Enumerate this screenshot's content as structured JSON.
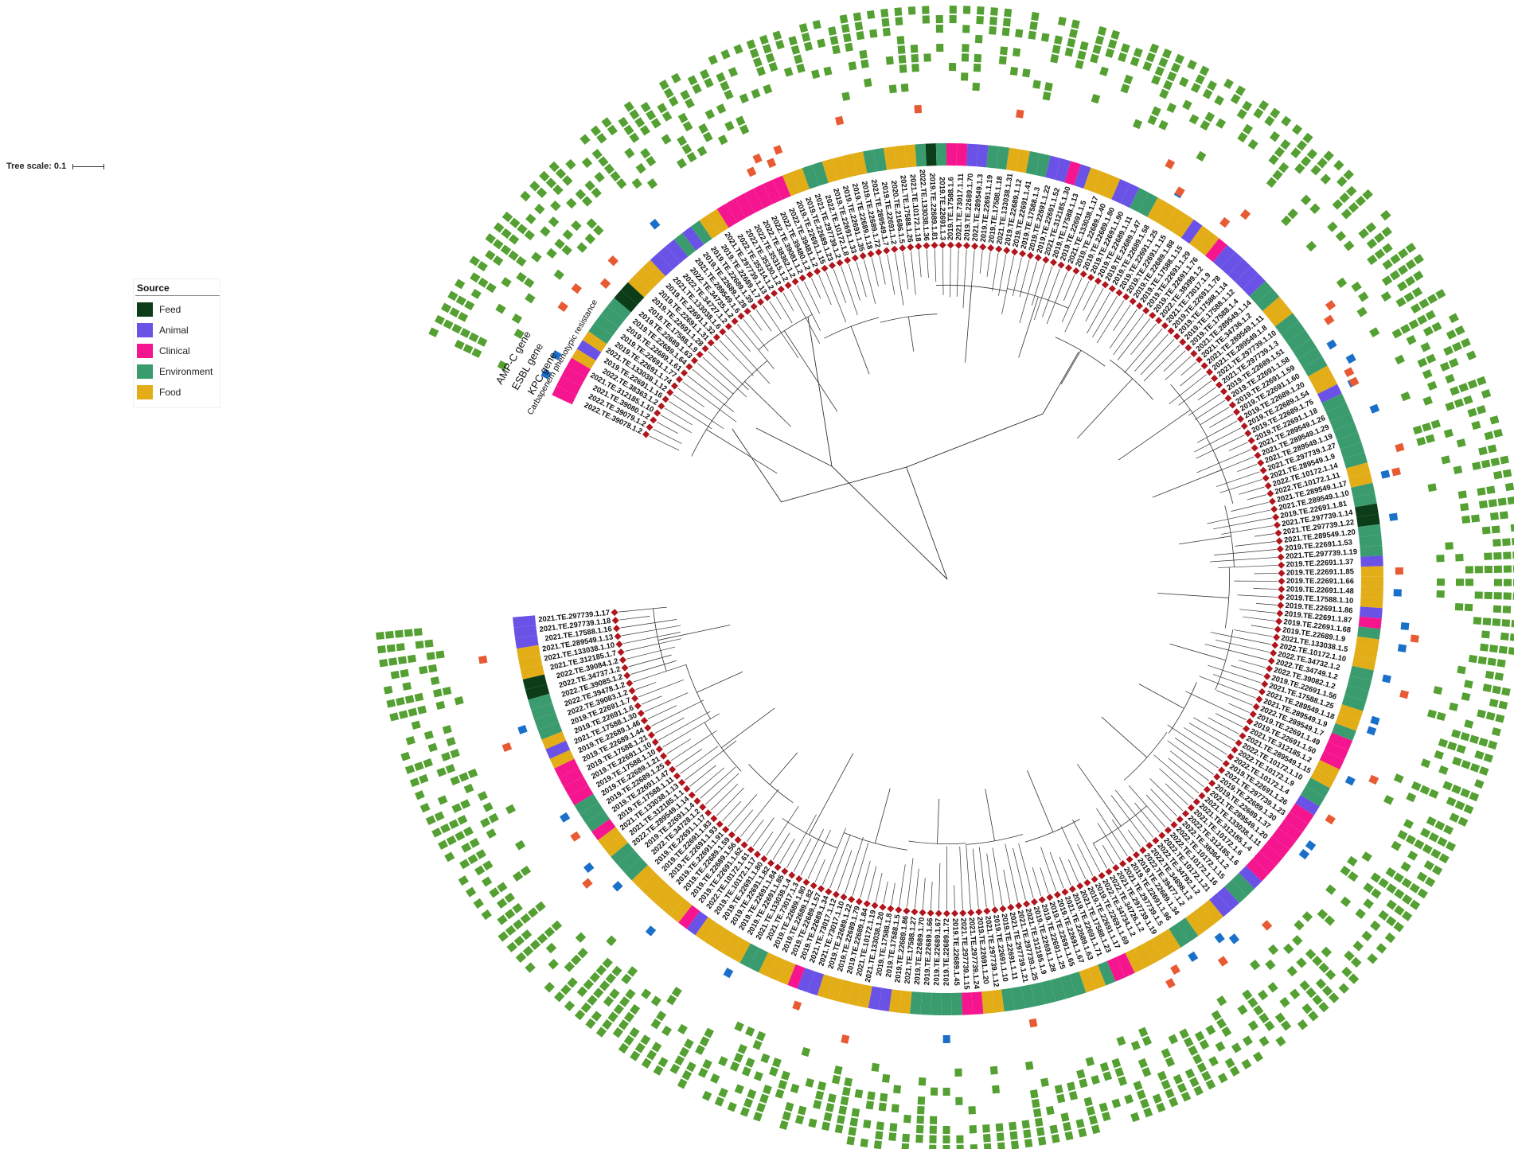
{
  "scale": {
    "label": "Tree scale: 0.1"
  },
  "legend": {
    "title": "Source",
    "items": [
      {
        "label": "Feed",
        "color": "#0d3d18"
      },
      {
        "label": "Animal",
        "color": "#6a52e6"
      },
      {
        "label": "Clinical",
        "color": "#f5158f"
      },
      {
        "label": "Environment",
        "color": "#3a9b6e"
      },
      {
        "label": "Food",
        "color": "#e2ad17"
      }
    ]
  },
  "rings": {
    "amp_c": "AMP-C gene",
    "esbl": "ESBL gene",
    "kpc": "KPC gene",
    "carbapenem": "Carbapenem phenotypic resistance"
  },
  "colors": {
    "branch": "#333333",
    "node": "#b0161e",
    "amp_c": "#e85a33",
    "esbl_kpc": "#1a6fc9",
    "resistance": "#55a032"
  },
  "tips": [
    "2022.TE.39078.1.2",
    "2022.TE.39079.1.2",
    "2021.TE.39080.1.2",
    "2021.TE.312185.1.10",
    "2022.TE.38363.1.2",
    "2019.TE.22691.1.16",
    "2021.TE.133038.1.12",
    "2019.TE.22691.1.74",
    "2019.TE.22691.1.77",
    "2019.TE.22689.1.61",
    "2019.TE.22689.1.64",
    "2019.TE.22689.1.63",
    "2019.TE.17588.1.9",
    "2019.TE.22691.1.28",
    "2019.TE.22691.1.31",
    "2019.TE.22691.1.32",
    "2021.TE.133038.1.6",
    "2022.TE.34727.1.2",
    "2022.TE.34735.1.2",
    "2021.TE.289549.1.6",
    "2019.TE.22689.1.28",
    "2019.TE.22689.1.39",
    "2019.TE.22689.1.7",
    "2021.TE.297739.1.13",
    "2022.TE.35314.1.2",
    "2022.TE.35330.1.2",
    "2022.TE.35315.1.2",
    "2022.TE.38362.1.2",
    "2022.TE.39081.1.2",
    "2022.TE.39480.1.2",
    "2022.TE.39481.1.2",
    "2019.TE.22691.1.15",
    "2019.TE.22689.1.23",
    "2021.TE.297739.1.2",
    "2022.TE.10172.1.8",
    "2019.TE.22691.1.33",
    "2019.TE.22691.1.35",
    "2019.TE.22689.1.18",
    "2019.TE.22689.1.72",
    "2021.TE.289549.1.7",
    "2019.TE.22691.1.2",
    "2020.TE.21686.1.5",
    "2021.TE.17588.1.26",
    "2021.TE.10172.1.18",
    "2022.TE.133038.1.36",
    "2019.TE.22689.1.81",
    "2019.TE.22691.1.3",
    "2019.TE.17588.1.6",
    "2021.TE.73017.1.11",
    "2019.TE.22689.1.70",
    "2021.TE.289549.1.3",
    "2019.TE.22691.1.19",
    "2019.TE.17588.1.18",
    "2021.TE.133038.1.31",
    "2019.TE.22689.1.12",
    "2019.TE.22691.1.41",
    "2019.TE.17588.1.3",
    "2019.TE.22691.1.22",
    "2019.TE.22691.1.52",
    "2021.TE.312185.1.30",
    "2019.TE.17588.1.13",
    "2019.TE.22691.1.5",
    "2021.TE.133038.1.17",
    "2019.TE.22689.1.40",
    "2019.TE.22689.1.80",
    "2019.TE.22691.1.90",
    "2019.TE.22689.1.11",
    "2019.TE.22689.1.47",
    "2019.TE.22689.1.58",
    "2019.TE.22691.1.25",
    "2019.TE.22691.1.15",
    "2019.TE.22689.1.88",
    "2019.TE.17588.1.15",
    "2019.TE.22691.1.29",
    "2019.TE.22691.1.76",
    "2022.TE.38399.1.2",
    "2021.TE.73017.1.9",
    "2019.TE.22691.1.78",
    "2019.TE.17588.1.14",
    "2019.TE.17588.1.12",
    "2019.TE.17588.1.4",
    "2021.TE.289549.1.14",
    "2021.TE.34736.1.2",
    "2021.TE.289549.1.11",
    "2021.TE.289549.1.8",
    "2021.TE.297739.1.10",
    "2021.TE.297739.1.3",
    "2019.TE.22689.1.51",
    "2019.TE.22691.1.58",
    "2019.TE.22691.1.59",
    "2019.TE.22691.1.60",
    "2019.TE.22689.1.20",
    "2019.TE.22689.1.54",
    "2019.TE.22689.1.75",
    "2019.TE.22691.1.18",
    "2021.TE.289549.1.26",
    "2021.TE.289549.1.29",
    "2021.TE.289549.1.19",
    "2021.TE.297739.1.27",
    "2021.TE.289549.1.9",
    "2022.TE.10172.1.14",
    "2022.TE.10172.1.11",
    "2021.TE.289549.1.17",
    "2021.TE.289549.1.10",
    "2019.TE.22691.1.81",
    "2021.TE.297739.1.14",
    "2021.TE.297739.1.22",
    "2021.TE.289549.1.20",
    "2019.TE.22691.1.53",
    "2021.TE.297739.1.19",
    "2019.TE.22691.1.37",
    "2019.TE.22691.1.85",
    "2019.TE.22691.1.66",
    "2019.TE.22691.1.48",
    "2019.TE.17588.1.10",
    "2019.TE.22691.1.86",
    "2019.TE.22691.1.87",
    "2019.TE.22691.1.68",
    "2019.TE.22689.1.9",
    "2021.TE.133038.1.5",
    "2022.TE.10172.1.10",
    "2022.TE.34732.1.2",
    "2022.TE.34749.1.2",
    "2022.TE.39082.1.2",
    "2019.TE.22691.1.56",
    "2021.TE.17588.1.25",
    "2021.TE.289549.1.18",
    "2021.TE.289549.1.9",
    "2022.TE.289549.1.7",
    "2019.TE.22691.1.49",
    "2019.TE.22691.1.50",
    "2021.TE.312185.1.2",
    "2021.TE.289549.1.15",
    "2022.TE.10172.1.10",
    "2022.TE.10172.1.9",
    "2022.TE.10172.1.4",
    "2019.TE.22691.1.26",
    "2021.TE.297739.1.23",
    "2019.TE.22689.1.30",
    "2019.TE.22689.1.37",
    "2021.TE.289549.1.20",
    "2021.TE.133038.1.11",
    "2021.TE.312185.1.4",
    "2021.TE.10172.1.6",
    "2022.TE.312185.1.6",
    "2022.TE.38364.1.2",
    "2022.TE.10172.1.15",
    "2022.TE.10172.1.16",
    "2022.TE.10172.1.21",
    "2022.TE.34792.1.2",
    "2022.TE.34898.1.2",
    "2022.TE.39477.1.2",
    "2019.TE.22689.1.34",
    "2019.TE.22691.1.96",
    "2021.TE.297739.1.5",
    "2021.TE.297739.1.19",
    "2022.TE.34726.1.2",
    "2022.TE.34734.1.2",
    "2019.TE.22691.1.69",
    "2019.TE.22691.1.17",
    "2021.TE.17588.1.23",
    "2019.TE.22691.1.71",
    "2021.TE.22689.1.63",
    "2019.TE.22691.1.67",
    "2019.TE.22691.1.65",
    "2019.TE.22691.1.25",
    "2019.TE.22691.1.28",
    "2021.TE.312185.1.9",
    "2021.TE.297739.1.25",
    "2021.TE.297739.1.21",
    "2019.TE.22691.1.11",
    "2019.TE.22691.1.10",
    "2021.TE.297739.1.12",
    "2019.TE.22691.1.20",
    "2021.TE.297739.1.24",
    "2021.TE.297739.1.15",
    "2019.TE.22689.1.45",
    "2019.TE.22689.1.72",
    "2019.TE.22689.1.67",
    "2019.TE.22689.1.66",
    "2019.TE.22689.1.70",
    "2021.TE.17588.1.27",
    "2019.TE.22689.1.86",
    "2019.TE.17588.1.5",
    "2019.TE.17588.1.8",
    "2021.TE.133038.1.20",
    "2021.TE.10172.1.19",
    "2019.TE.22689.1.84",
    "2019.TE.22689.1.79",
    "2019.TE.22689.1.22",
    "2021.TE.73017.1.10",
    "2021.TE.73017.1.12",
    "2019.TE.22689.1.34",
    "2019.TE.22689.1.57",
    "2019.TE.22689.1.82",
    "2019.TE.22689.1.80",
    "2021.TE.73017.1.3",
    "2021.TE.133038.1.4",
    "2019.TE.22691.1.85",
    "2019.TE.22691.1.84",
    "2019.TE.22691.1.82",
    "2019.TE.22691.1.80",
    "2019.TE.10172.1.17",
    "2022.TE.10172.1.61",
    "2019.TE.22691.1.62",
    "2019.TE.22689.1.56",
    "2019.TE.22689.1.59",
    "2019.TE.22691.1.91",
    "2019.TE.22691.1.93",
    "2019.TE.22691.1.83",
    "2019.TE.22691.1.17",
    "2022.TE.34728.1.2",
    "2019.TE.22691.1.4",
    "2022.TE.289549.1.14",
    "2021.TE.312185.1.1",
    "2021.TE.133038.1.13",
    "2019.TE.17588.1.11",
    "2019.TE.22691.1.47",
    "2019.TE.22689.1.25",
    "2019.TE.22689.1.21",
    "2019.TE.17588.1.10",
    "2019.TE.22691.1.10",
    "2019.TE.17588.1.21",
    "2019.TE.22689.1.44",
    "2019.TE.22689.1.46",
    "2021.TE.17588.1.30",
    "2019.TE.22691.1.6",
    "2019.TE.22691.1.7",
    "2022.TE.39083.1.2",
    "2022.TE.39478.1.2",
    "2022.TE.39085.1.2",
    "2022.TE.34737.1.2",
    "2022.TE.39084.1.2",
    "2021.TE.312185.1.7",
    "2021.TE.133038.1.10",
    "2021.TE.289549.1.13",
    "2021.TE.17588.1.16",
    "2021.TE.297739.1.18",
    "2021.TE.297739.1.17"
  ],
  "source_sequence": [
    "Clinical",
    "Clinical",
    "Clinical",
    "Clinical",
    "Food",
    "Animal",
    "Food",
    "Environment",
    "Environment",
    "Environment",
    "Environment",
    "Feed",
    "Feed",
    "Food",
    "Food",
    "Food",
    "Animal",
    "Animal",
    "Animal",
    "Environment",
    "Animal",
    "Environment",
    "Food",
    "Food",
    "Clinical",
    "Clinical",
    "Clinical",
    "Clinical",
    "Clinical",
    "Clinical",
    "Clinical",
    "Food",
    "Food",
    "Environment",
    "Environment",
    "Food",
    "Food",
    "Food",
    "Food",
    "Environment",
    "Environment",
    "Food",
    "Food",
    "Food",
    "Environment",
    "Feed",
    "Environment",
    "Clinical",
    "Clinical",
    "Animal",
    "Animal",
    "Environment",
    "Environment",
    "Food",
    "Food",
    "Environment",
    "Environment",
    "Animal",
    "Animal",
    "Clinical",
    "Animal",
    "Food",
    "Food",
    "Food",
    "Animal",
    "Animal",
    "Environment",
    "Environment",
    "Food",
    "Food",
    "Food",
    "Food",
    "Animal",
    "Food",
    "Food",
    "Clinical",
    "Animal",
    "Animal",
    "Animal",
    "Animal",
    "Animal",
    "Environment",
    "Environment",
    "Food",
    "Food",
    "Environment",
    "Environment",
    "Environment",
    "Environment",
    "Environment",
    "Environment",
    "Food",
    "Food",
    "Animal",
    "Environment",
    "Environment",
    "Environment",
    "Environment",
    "Environment",
    "Environment",
    "Environment",
    "Food",
    "Food",
    "Environment",
    "Environment",
    "Feed",
    "Feed",
    "Environment",
    "Environment",
    "Environment",
    "Animal",
    "Food",
    "Food",
    "Food",
    "Food",
    "Animal",
    "Clinical",
    "Environment",
    "Food",
    "Food",
    "Food",
    "Environment",
    "Environment",
    "Environment",
    "Environment",
    "Food",
    "Food",
    "Environment",
    "Clinical",
    "Clinical",
    "Clinical",
    "Food",
    "Food",
    "Environment",
    "Environment",
    "Animal",
    "Clinical",
    "Clinical",
    "Clinical",
    "Clinical",
    "Clinical",
    "Clinical",
    "Clinical",
    "Clinical",
    "Animal",
    "Environment",
    "Environment",
    "Animal",
    "Animal",
    "Food",
    "Food",
    "Food",
    "Environment",
    "Environment",
    "Food",
    "Food",
    "Food",
    "Food",
    "Food",
    "Clinical",
    "Clinical",
    "Environment",
    "Food",
    "Food",
    "Environment",
    "Environment",
    "Environment",
    "Environment",
    "Environment",
    "Environment",
    "Environment",
    "Environment",
    "Food",
    "Food",
    "Clinical",
    "Clinical",
    "Environment",
    "Environment",
    "Environment",
    "Environment",
    "Environment",
    "Food",
    "Food",
    "Animal",
    "Animal",
    "Food",
    "Food",
    "Food",
    "Food",
    "Food",
    "Animal",
    "Animal",
    "Clinical",
    "Food",
    "Food",
    "Food",
    "Environment",
    "Environment",
    "Food",
    "Food",
    "Food",
    "Food",
    "Food",
    "Animal",
    "Clinical",
    "Food",
    "Food",
    "Food",
    "Food",
    "Food",
    "Food",
    "Environment",
    "Environment",
    "Environment",
    "Food",
    "Food",
    "Clinical",
    "Environment",
    "Environment",
    "Environment"
  ]
}
